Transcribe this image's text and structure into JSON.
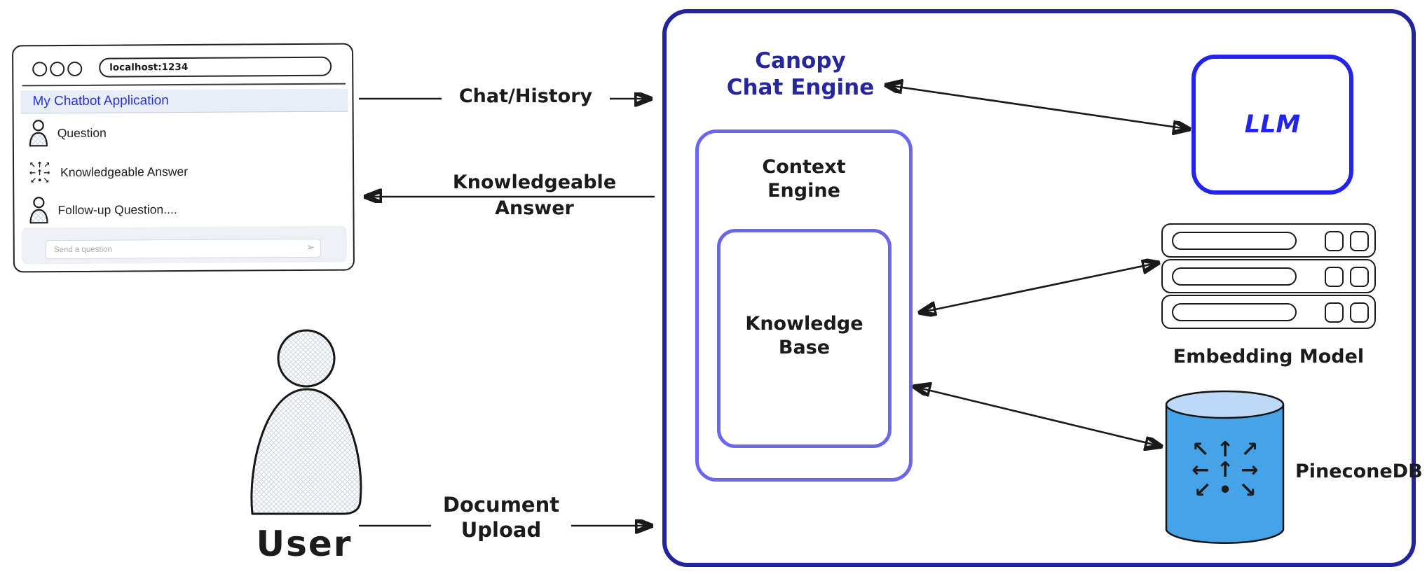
{
  "browser": {
    "url": "localhost:1234",
    "title": "My Chatbot Application",
    "messages": [
      {
        "icon": "user-icon",
        "text": "Question"
      },
      {
        "icon": "scatter-arrows-icon",
        "text": "Knowledgeable Answer"
      },
      {
        "icon": "user-icon",
        "text": "Follow-up Question...."
      }
    ],
    "input": {
      "placeholder": "Send a question"
    },
    "send_icon": "➢"
  },
  "actor": {
    "label": "User"
  },
  "arrows": [
    {
      "id": "chat-history",
      "label": "Chat/History",
      "direction": "right"
    },
    {
      "id": "knowledgeable-answer",
      "label_line1": "Knowledgeable",
      "label_line2": "Answer",
      "direction": "left"
    },
    {
      "id": "document-upload",
      "label_line1": "Document",
      "label_line2": "Upload",
      "direction": "right"
    },
    {
      "id": "canopy-llm",
      "direction": "both"
    },
    {
      "id": "kb-embedding",
      "direction": "both"
    },
    {
      "id": "kb-pinecone",
      "direction": "both"
    }
  ],
  "engine": {
    "title_line1": "Canopy",
    "title_line2": "Chat Engine",
    "context_engine": {
      "label_line1": "Context",
      "label_line2": "Engine"
    },
    "knowledge_base": {
      "label_line1": "Knowledge",
      "label_line2": "Base"
    },
    "llm": {
      "label": "LLM"
    },
    "embedding_model": {
      "label": "Embedding Model"
    },
    "pinecone": {
      "label": "PineconeDB"
    }
  },
  "icons": {
    "scatter_rows": [
      "↖↑↗",
      "←↑→",
      "↙•↘"
    ]
  },
  "colors": {
    "outer_box": "#23239b",
    "inner_box": "#6a66ee",
    "llm": "#2323ee",
    "browser_title": "#2633d6",
    "pinecone_body": "#47a3e8",
    "pinecone_top": "#bcdaf5"
  }
}
